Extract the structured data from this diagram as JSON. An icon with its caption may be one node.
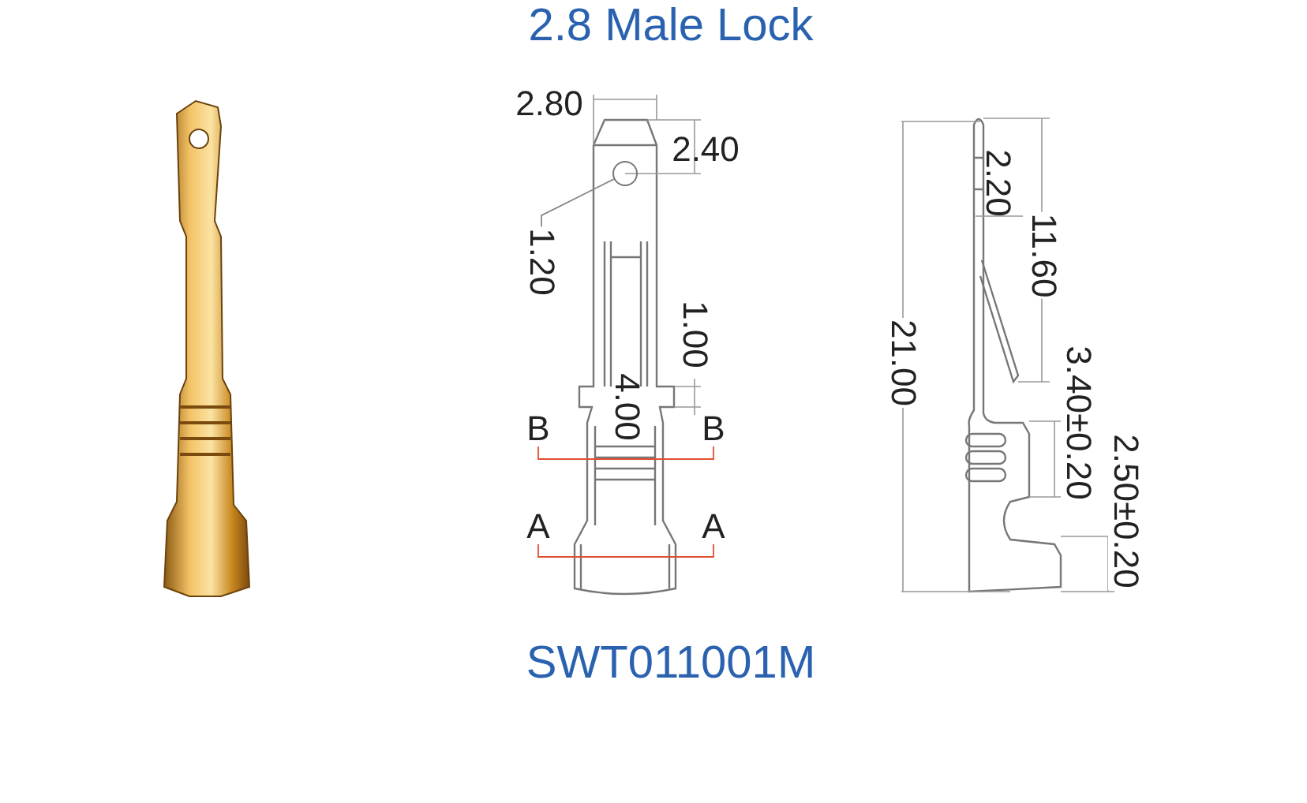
{
  "diagram": {
    "title": "2.8 Male Lock",
    "nodes": [
      {
        "text": [],
        "shape": "circle"
      },
      {
        "text": [
          "1.20"
        ]
      }
    ],
    "edges": [
      {
        "from": 1,
        "to": 0,
        "arrow": "none"
      }
    ],
    "labels": [
      "2.80",
      "2.40",
      "2.20",
      "11.60",
      "1.00",
      "21.00",
      "4.00",
      "3.40±0.20",
      "B",
      "B",
      "2.50±0.20",
      "A",
      "A",
      "SWT011001M"
    ]
  }
}
